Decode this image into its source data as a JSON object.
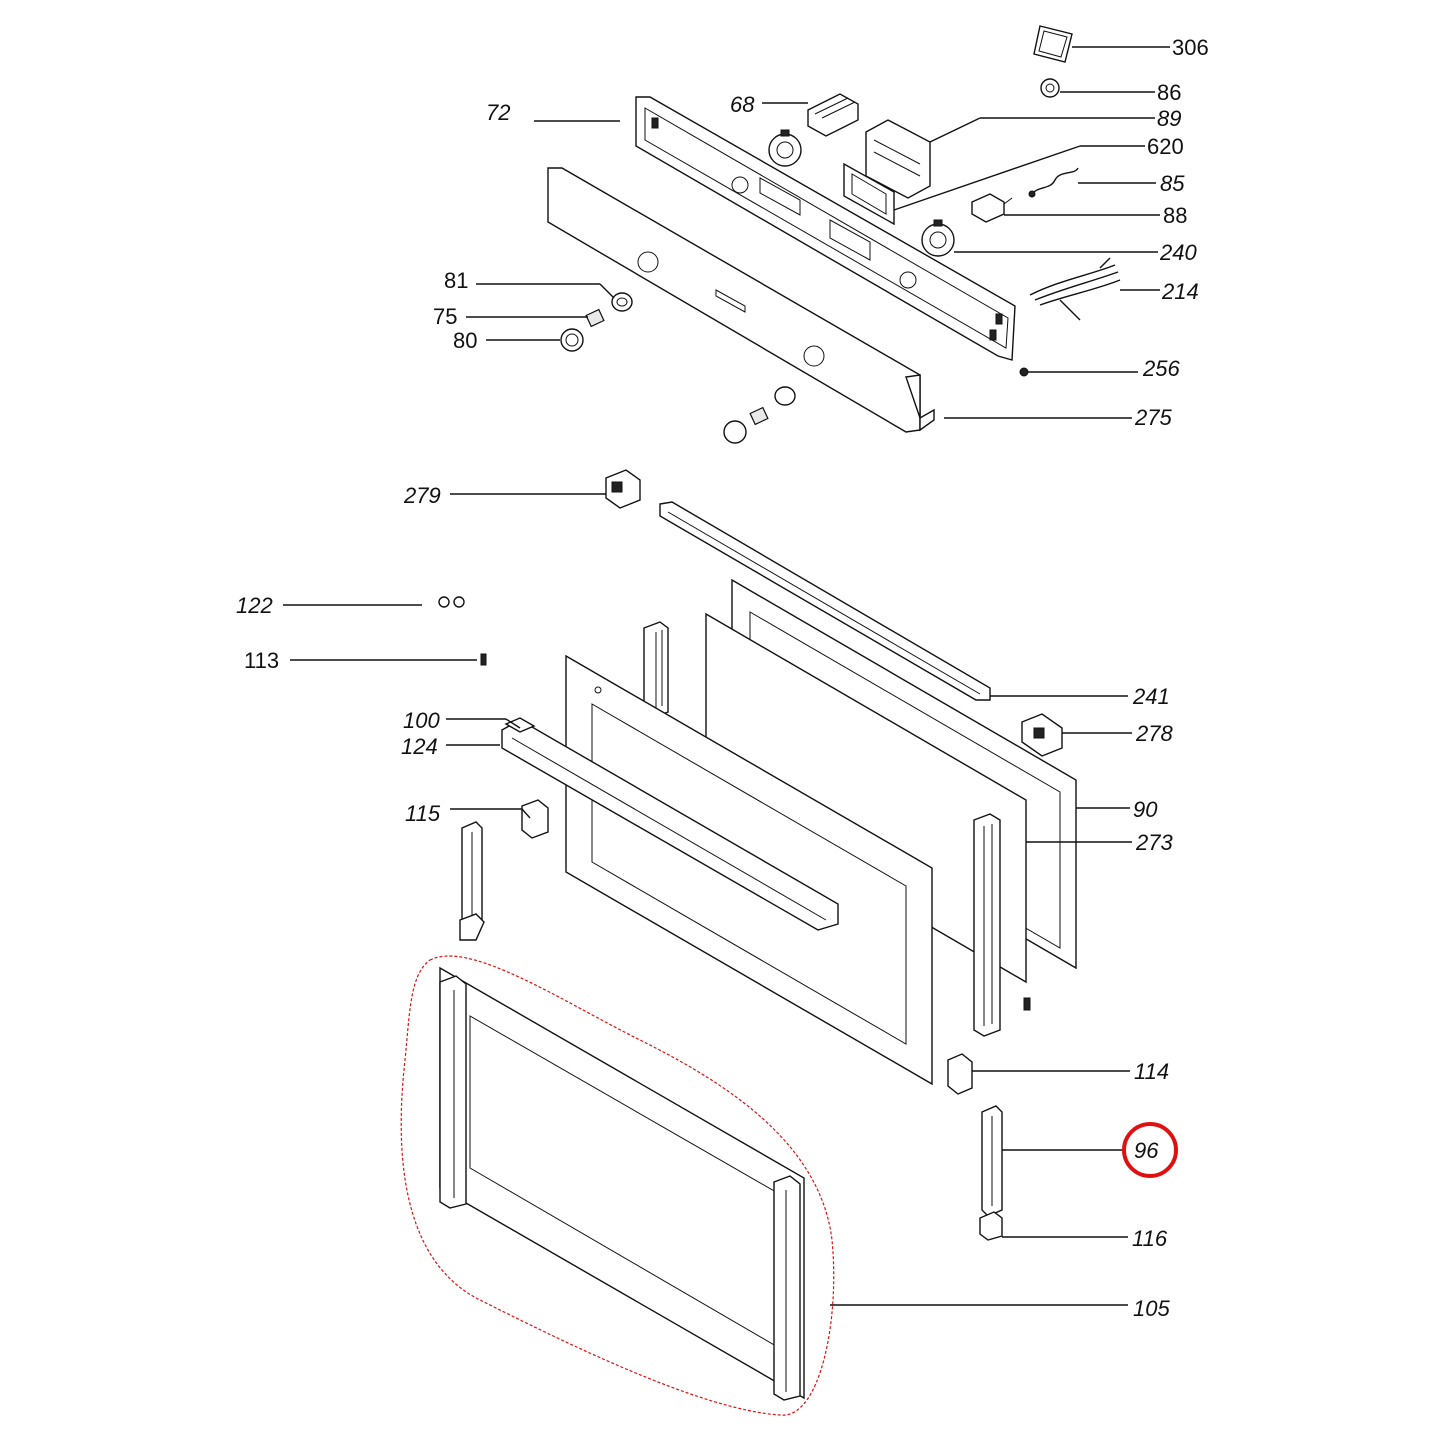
{
  "accent_colors": {
    "highlight": "#e01010",
    "line": "#111111"
  },
  "callouts": [
    {
      "id": "306",
      "label": "306",
      "italic": false
    },
    {
      "id": "86",
      "label": "86",
      "italic": false
    },
    {
      "id": "89",
      "label": "89",
      "italic": true
    },
    {
      "id": "620",
      "label": "620",
      "italic": false
    },
    {
      "id": "85",
      "label": "85",
      "italic": true
    },
    {
      "id": "88",
      "label": "88",
      "italic": false
    },
    {
      "id": "240",
      "label": "240",
      "italic": true
    },
    {
      "id": "214",
      "label": "214",
      "italic": true
    },
    {
      "id": "256",
      "label": "256",
      "italic": true
    },
    {
      "id": "275",
      "label": "275",
      "italic": true
    },
    {
      "id": "72",
      "label": "72",
      "italic": true
    },
    {
      "id": "68",
      "label": "68",
      "italic": true
    },
    {
      "id": "81",
      "label": "81",
      "italic": false
    },
    {
      "id": "75",
      "label": "75",
      "italic": false
    },
    {
      "id": "80",
      "label": "80",
      "italic": false
    },
    {
      "id": "279",
      "label": "279",
      "italic": true
    },
    {
      "id": "122",
      "label": "122",
      "italic": true
    },
    {
      "id": "113",
      "label": "113",
      "italic": false
    },
    {
      "id": "241",
      "label": "241",
      "italic": true
    },
    {
      "id": "278",
      "label": "278",
      "italic": true
    },
    {
      "id": "100",
      "label": "100",
      "italic": true
    },
    {
      "id": "124",
      "label": "124",
      "italic": true
    },
    {
      "id": "90",
      "label": "90",
      "italic": true
    },
    {
      "id": "273",
      "label": "273",
      "italic": true
    },
    {
      "id": "115",
      "label": "115",
      "italic": true
    },
    {
      "id": "114",
      "label": "114",
      "italic": true
    },
    {
      "id": "96",
      "label": "96",
      "italic": true,
      "highlighted": true
    },
    {
      "id": "116",
      "label": "116",
      "italic": true
    },
    {
      "id": "105",
      "label": "105",
      "italic": true
    }
  ]
}
